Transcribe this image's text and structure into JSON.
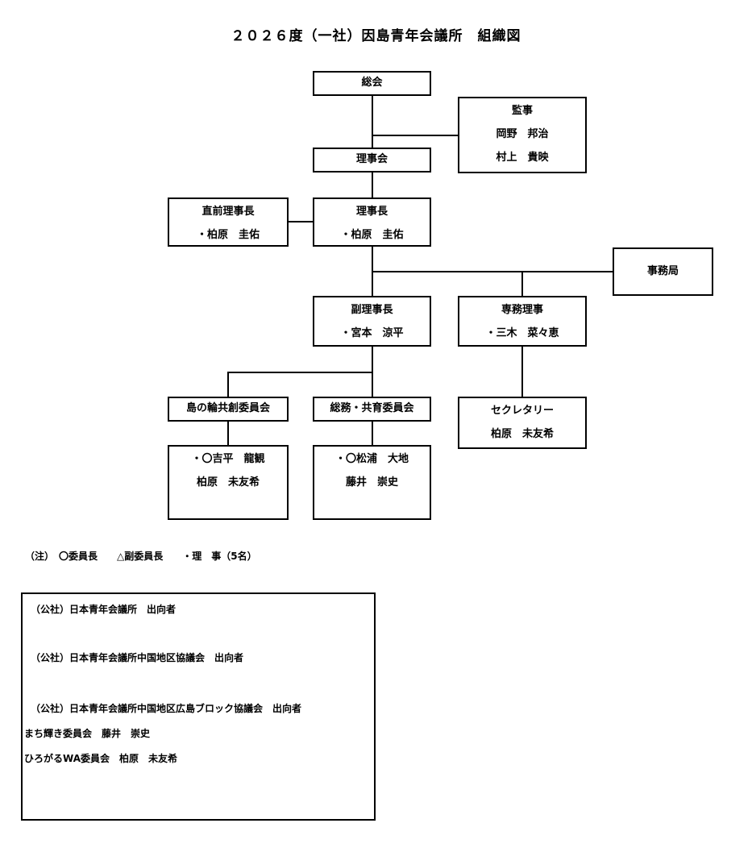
{
  "document": {
    "title": "２０２６度（一社）因島青年会議所　組織図"
  },
  "chart_nodes": {
    "general_assembly": {
      "label": "総会"
    },
    "board": {
      "label": "理事会"
    },
    "auditors": {
      "label": "監事",
      "member1": "岡野　邦治",
      "member2": "村上　貴映"
    },
    "immediate_past_president": {
      "label": "直前理事長",
      "member1": "・柏原　圭佑"
    },
    "president": {
      "label": "理事長",
      "member1": "・柏原　圭佑"
    },
    "secretariat": {
      "label": "事務局"
    },
    "vice_president": {
      "label": "副理事長",
      "member1": "・宮本　涼平"
    },
    "executive_director": {
      "label": "専務理事",
      "member1": "・三木　菜々恵"
    },
    "committee_island": {
      "label": "島の輪共創委員会"
    },
    "committee_island_members": {
      "member1": "・〇吉平　龍観",
      "member2": "柏原　未友希"
    },
    "committee_general": {
      "label": "総務・共育委員会"
    },
    "committee_general_members": {
      "member1": "・〇松浦　大地",
      "member2": "藤井　崇史"
    },
    "secretary": {
      "label": "セクレタリー",
      "member1": "柏原　未友希"
    }
  },
  "legend": {
    "note_line": "（注）　〇委員長　　△副委員長　　・理　事（5名）"
  },
  "dispatch_box": {
    "lines": [
      "（公社）日本青年会議所　出向者",
      "（公社）日本青年会議所中国地区協議会　出向者",
      "（公社）日本青年会議所中国地区広島ブロック協議会　出向者",
      "まち輝き委員会　藤井　崇史",
      "ひろがるWA委員会　柏原　未友希"
    ]
  },
  "colors": {
    "line": "#000000",
    "background": "#ffffff",
    "text": "#000000"
  }
}
